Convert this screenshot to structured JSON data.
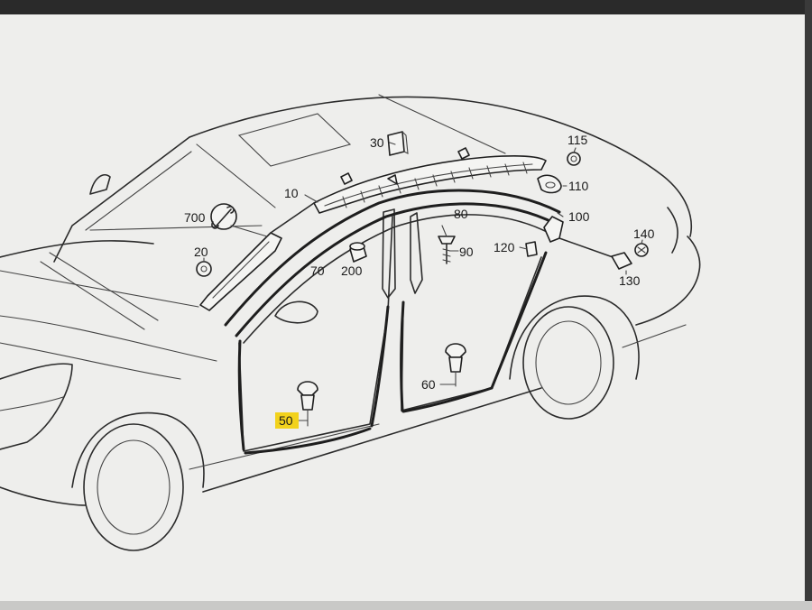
{
  "diagram": {
    "callouts": [
      {
        "id": "c10",
        "text": "10"
      },
      {
        "id": "c20",
        "text": "20"
      },
      {
        "id": "c30",
        "text": "30"
      },
      {
        "id": "c50",
        "text": "50",
        "highlight": "#f2d21c"
      },
      {
        "id": "c60",
        "text": "60"
      },
      {
        "id": "c70",
        "text": "70"
      },
      {
        "id": "c80",
        "text": "80"
      },
      {
        "id": "c90",
        "text": "90"
      },
      {
        "id": "c100",
        "text": "100"
      },
      {
        "id": "c110",
        "text": "110"
      },
      {
        "id": "c115",
        "text": "115"
      },
      {
        "id": "c120",
        "text": "120"
      },
      {
        "id": "c130",
        "text": "130"
      },
      {
        "id": "c140",
        "text": "140"
      },
      {
        "id": "c200",
        "text": "200"
      },
      {
        "id": "c700",
        "text": "700"
      }
    ]
  },
  "colors": {
    "line": "#2b2b2b",
    "paper": "#eeeeec",
    "highlight": "#f2d21c"
  }
}
